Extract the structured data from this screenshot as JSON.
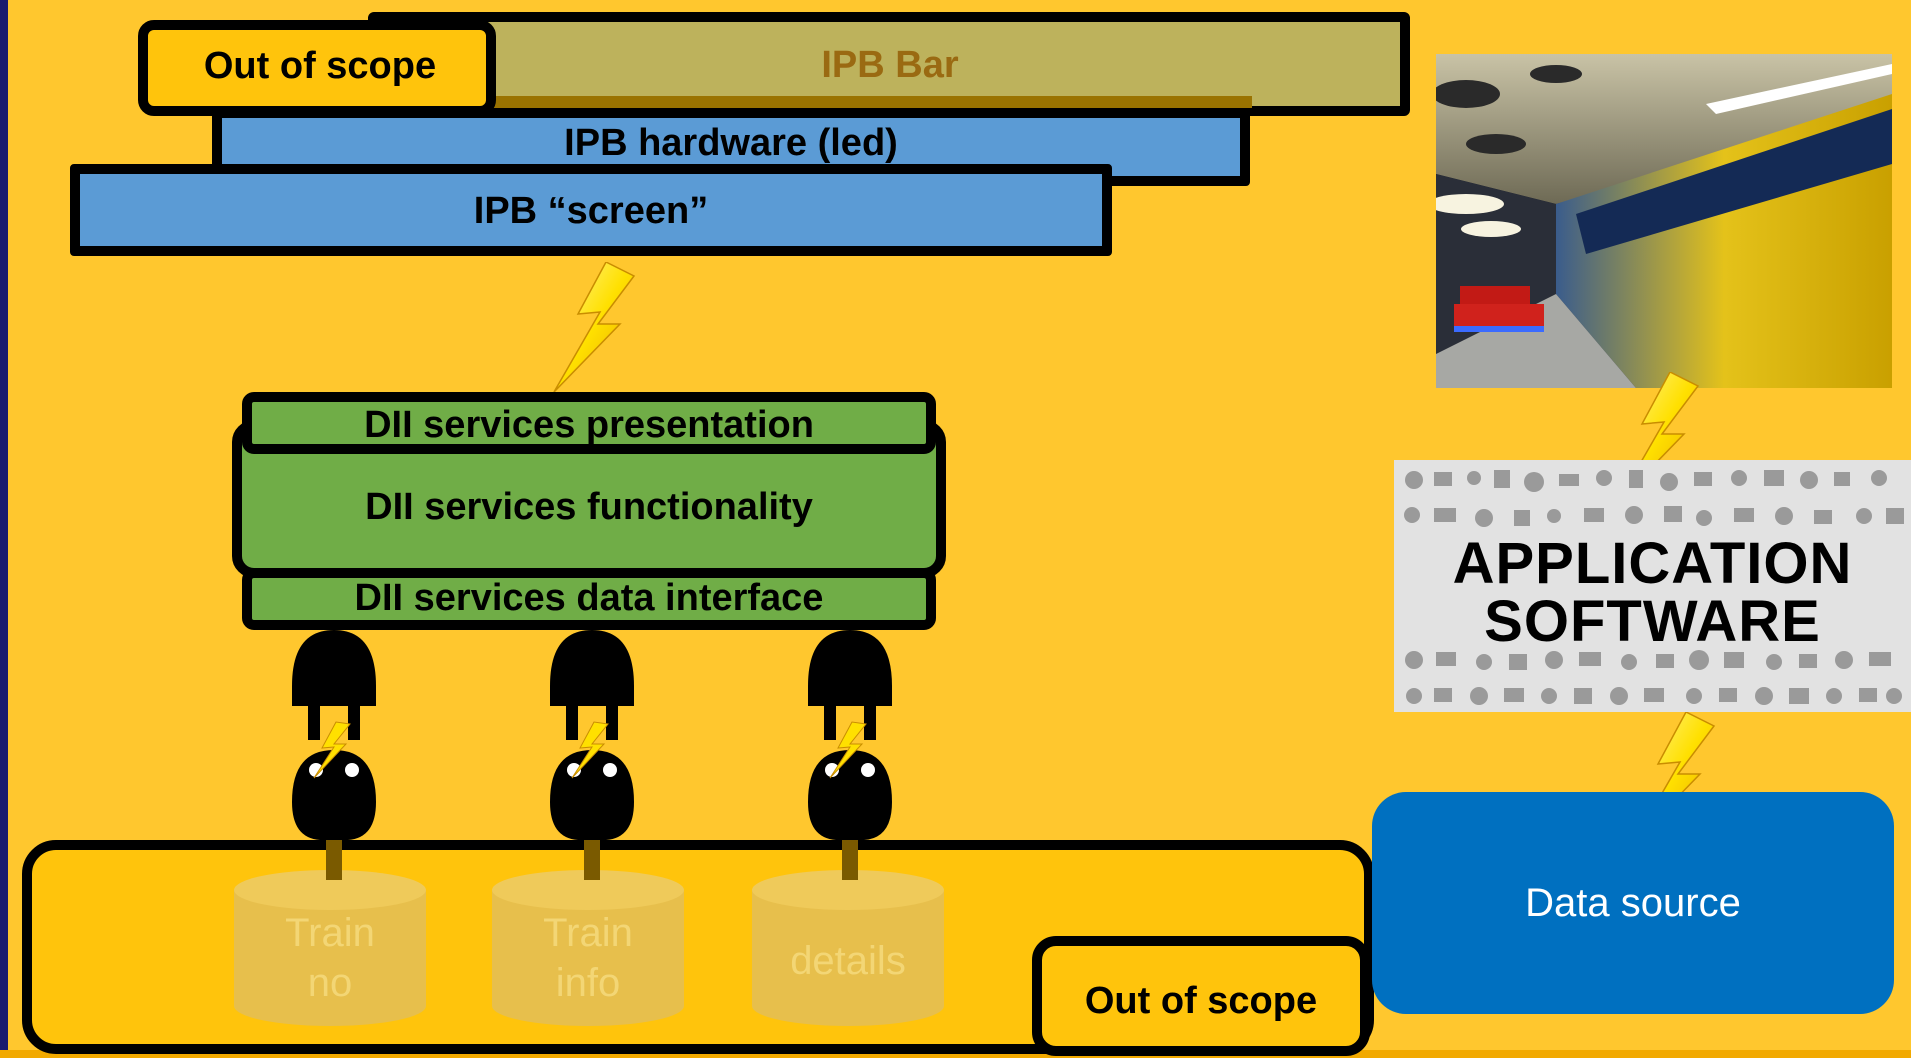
{
  "top": {
    "out_of_scope": "Out of scope",
    "ipb_bar": "IPB Bar",
    "ipb_hardware": "IPB hardware (led)",
    "ipb_screen": "IPB “screen”"
  },
  "dii": {
    "presentation": "DII services presentation",
    "functionality": "DII services functionality",
    "data_interface": "DII services data interface"
  },
  "sources": {
    "items": [
      {
        "line1": "Train",
        "line2": "no"
      },
      {
        "line1": "Train",
        "line2": "info"
      },
      {
        "line1": "",
        "line2": "details"
      }
    ],
    "out_of_scope": "Out of scope"
  },
  "right": {
    "app_line1": "APPLICATION",
    "app_line2": "SOFTWARE",
    "data_source": "Data source"
  },
  "colors": {
    "background": "#FFC72E",
    "ipb_blue": "#5B9BD5",
    "dii_green": "#70AD47",
    "ipb_bar_olive": "#BDB25C",
    "data_source_blue": "#0070C0"
  },
  "icons": [
    "lightning-bolt-icon",
    "power-plug-icon",
    "power-socket-icon",
    "database-cylinder-icon"
  ]
}
